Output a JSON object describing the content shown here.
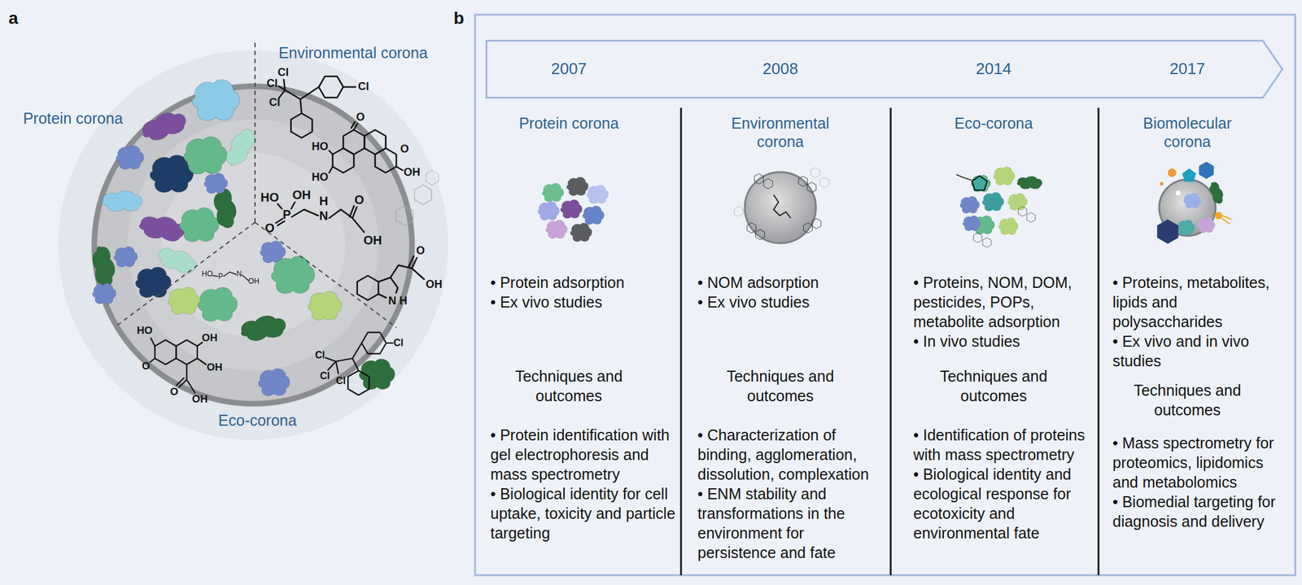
{
  "diagram": {
    "nodes": [
      {
        "text": [
          "2007",
          "2008",
          "2014",
          "2017"
        ]
      },
      {
        "text": [
          "Protein corona",
          "• Protein adsorption",
          "• Ex vivo studies",
          "Techniques and outcomes",
          "• Protein identification with gel electrophoresis and mass spectrometry",
          "• Biological identity for cell uptake, toxicity and particle targeting"
        ]
      },
      {
        "text": [
          "Environmental corona",
          "• NOM adsorption",
          "• Ex vivo studies",
          "Techniques and outcomes",
          "• Characterization of binding, agglomeration, dissolution, complexation",
          "• ENM stability and transformations in the environment for persistence and fate"
        ]
      },
      {
        "text": [
          "Eco-corona",
          "• Proteins, NOM, DOM, pesticides, POPs, metabolite adsorption",
          "• In vivo studies",
          "Techniques and outcomes",
          "• Identification of proteins with mass spectrometry",
          "• Biological identity and ecological response for ecotoxicity and environmental fate"
        ]
      },
      {
        "text": [
          "Biomolecular corona",
          "• Proteins, metabolites, lipids and polysaccharides",
          "• Ex vivo and in vivo studies",
          "Techniques and outcomes",
          "• Mass spectrometry for proteomics, lipidomics and metabolomics",
          "• Biomedial targeting for diagnosis and delivery"
        ]
      }
    ],
    "labels": [
      "a",
      "b",
      "Protein corona",
      "Environmental corona",
      "Eco-corona",
      "Cl",
      "Cl",
      "Cl",
      "Cl",
      "HO",
      "HO",
      "O",
      "O",
      "OH",
      "HO",
      "OH",
      "P",
      "O",
      "H",
      "N",
      "O",
      "OH",
      "N",
      "H",
      "O",
      "OH",
      "HO",
      "P",
      "N",
      "OH",
      "HO",
      "O",
      "OH",
      "OH",
      "O",
      "OH",
      "Cl",
      "Cl",
      "Cl",
      "Cl"
    ]
  }
}
